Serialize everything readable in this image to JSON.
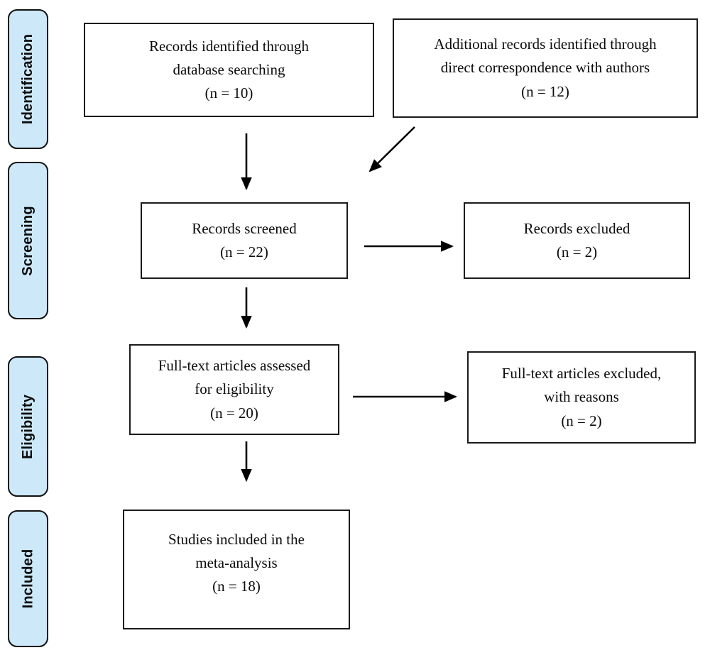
{
  "stages": [
    {
      "label": "Identification"
    },
    {
      "label": "Screening"
    },
    {
      "label": "Eligibility"
    },
    {
      "label": "Included"
    }
  ],
  "boxes": {
    "records_identified": {
      "text": "Records identified through\ndatabase searching\n(n = 10)"
    },
    "additional_records": {
      "text": "Additional records identified through\ndirect correspondence with authors\n(n = 12)"
    },
    "records_screened": {
      "text": "Records screened\n(n = 22)"
    },
    "records_excluded": {
      "text": "Records excluded\n(n = 2)"
    },
    "fulltext_assessed": {
      "text": "Full-text articles assessed\nfor eligibility\n(n = 20)"
    },
    "fulltext_excluded": {
      "text": "Full-text articles excluded,\nwith reasons\n(n = 2)"
    },
    "studies_included": {
      "text": "Studies included in the\nmeta-analysis\n(n = 18)"
    }
  },
  "counts": {
    "identified_database": 10,
    "identified_correspondence": 12,
    "screened": 22,
    "screening_excluded": 2,
    "fulltext_assessed": 20,
    "fulltext_excluded": 2,
    "included_meta_analysis": 18
  },
  "colors": {
    "stage_fill": "#cde9f9",
    "box_border": "#1a1a1a",
    "arrow": "#000000",
    "background": "#ffffff"
  }
}
